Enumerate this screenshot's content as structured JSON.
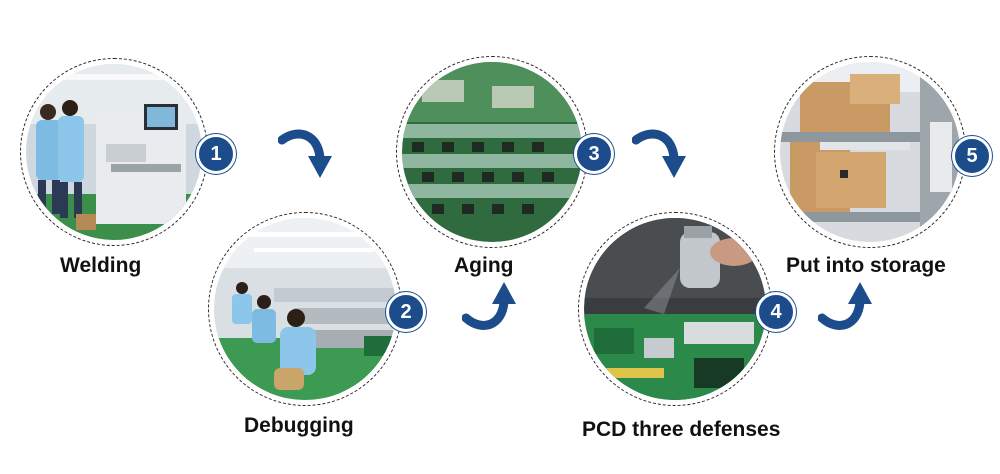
{
  "colors": {
    "accent": "#1c4c8c",
    "badge_text": "#ffffff",
    "label_text": "#111111"
  },
  "steps": [
    {
      "number": "1",
      "label": "Welding"
    },
    {
      "number": "2",
      "label": "Debugging"
    },
    {
      "number": "3",
      "label": "Aging"
    },
    {
      "number": "4",
      "label": "PCD three defenses"
    },
    {
      "number": "5",
      "label": "Put into storage"
    }
  ],
  "arrows": [
    {
      "icon": "curved-arrow-down-icon"
    },
    {
      "icon": "curved-arrow-up-icon"
    },
    {
      "icon": "curved-arrow-down-icon"
    },
    {
      "icon": "curved-arrow-up-icon"
    }
  ]
}
